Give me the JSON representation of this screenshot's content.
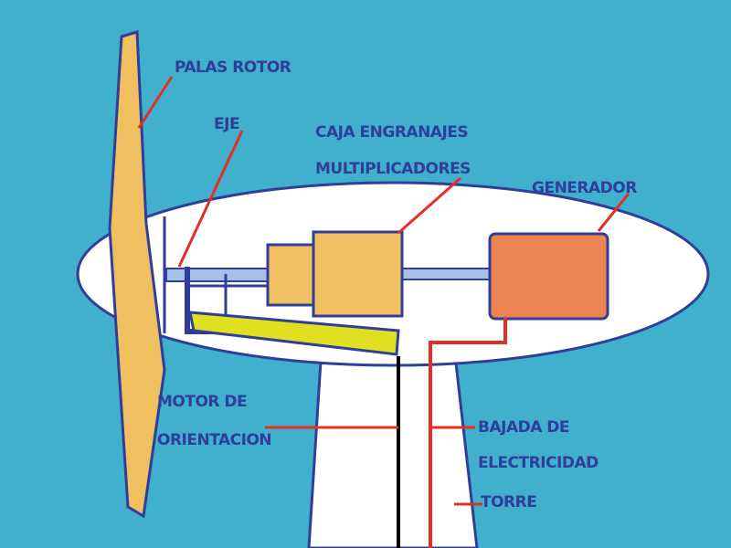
{
  "colors": {
    "background": "#41b0cd",
    "outline": "#2f3e9a",
    "blade": "#f0c060",
    "gearbox": "#f0c060",
    "generator": "#eb8450",
    "motor": "#e0e020",
    "shaft": "#a8c0e8",
    "leader": "#e03028",
    "nacelle": "#ffffff"
  },
  "labels": {
    "palas_rotor": "PALAS ROTOR",
    "eje": "EJE",
    "caja_line1": "CAJA ENGRANAJES",
    "caja_line2": "MULTIPLICADORES",
    "generador": "GENERADOR",
    "motor_line1": "MOTOR DE",
    "motor_line2": "ORIENTACION",
    "bajada_line1": "BAJADA DE",
    "bajada_line2": "ELECTRICIDAD",
    "torre": "TORRE"
  }
}
